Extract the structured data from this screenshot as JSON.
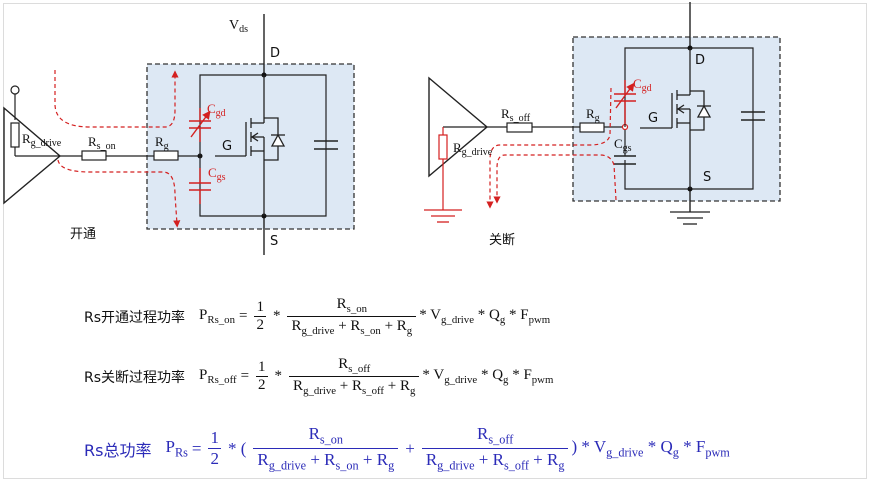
{
  "colors": {
    "wire": "#1a1a1a",
    "highlight_red": "#d42020",
    "mosfet_box_fill": "#dde8f4",
    "total_formula_blue": "#2b2bb8"
  },
  "turn_on_circuit": {
    "caption": "开通",
    "labels": {
      "vds": "V",
      "vds_sub": "ds",
      "drain": "D",
      "source": "S",
      "gate": "G",
      "rg_drive": "R",
      "rg_drive_sub": "g_drive",
      "rs": "R",
      "rs_sub": "s_on",
      "rg": "R",
      "rg_sub": "g",
      "cgd": "C",
      "cgd_sub": "gd",
      "cgs": "C",
      "cgs_sub": "gs"
    }
  },
  "turn_off_circuit": {
    "caption": "关断",
    "labels": {
      "drain": "D",
      "source": "S",
      "gate": "G",
      "rg_drive": "R",
      "rg_drive_sub": "g_drive",
      "rs": "R",
      "rs_sub": "s_off",
      "rg": "R",
      "rg_sub": "g",
      "cgd": "C",
      "cgd_sub": "gd",
      "cgs": "C",
      "cgs_sub": "gs"
    }
  },
  "formulas": {
    "on": {
      "label": "Rs开通过程功率",
      "lhs": "P",
      "lhs_sub": "Rs_on",
      "eq": "=",
      "half_num": "1",
      "half_den": "2",
      "times": "*",
      "num": "R",
      "num_sub": "s_on",
      "den_parts": [
        "R",
        "g_drive",
        " + R",
        "s_on",
        " + R",
        "g"
      ],
      "tail": [
        "* V",
        "g_drive",
        " * Q",
        "g",
        " * F",
        "pwm"
      ]
    },
    "off": {
      "label": "Rs关断过程功率",
      "lhs": "P",
      "lhs_sub": "Rs_off",
      "eq": "=",
      "half_num": "1",
      "half_den": "2",
      "times": "*",
      "num": "R",
      "num_sub": "s_off",
      "den_parts": [
        "R",
        "g_drive",
        " + R",
        "s_off",
        " + R",
        "g"
      ],
      "tail": [
        "* V",
        "g_drive",
        " * Q",
        "g",
        " * F",
        "pwm"
      ]
    },
    "total": {
      "label": "Rs总功率",
      "lhs": "P",
      "lhs_sub": "Rs",
      "eq": "=",
      "half_num": "1",
      "half_den": "2",
      "times": "* (",
      "num1": "R",
      "num1_sub": "s_on",
      "den1_parts": [
        "R",
        "g_drive",
        " + R",
        "s_on",
        " + R",
        "g"
      ],
      "plus": "+",
      "num2": "R",
      "num2_sub": "s_off",
      "den2_parts": [
        "R",
        "g_drive",
        " + R",
        "s_off",
        " + R",
        "g"
      ],
      "tail": [
        ") * V",
        "g_drive",
        " * Q",
        "g",
        " * F",
        "pwm"
      ]
    }
  }
}
